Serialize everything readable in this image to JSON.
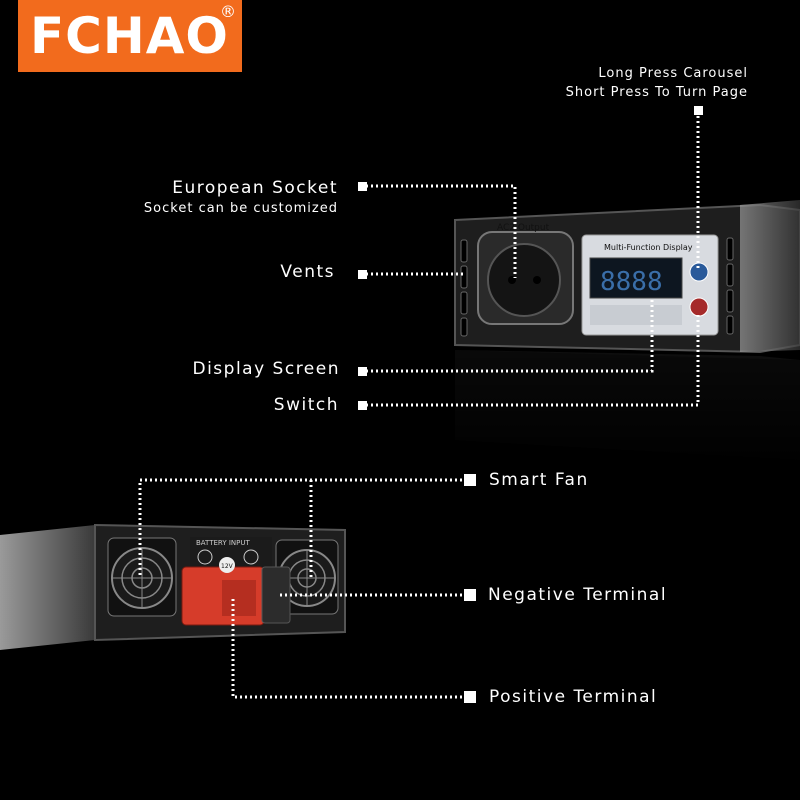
{
  "brand": {
    "name": "FCHAO",
    "registered": "®",
    "color": "#f26b1d"
  },
  "device_text": {
    "ac_output": "AC2 Output",
    "display_title": "Multi-Function Display",
    "segments": "8888",
    "battery_input": "BATTERY INPUT",
    "voltage": "12V"
  },
  "callouts": {
    "carousel_line1": "Long Press Carousel",
    "carousel_line2": "Short Press To Turn Page",
    "european_socket": "European Socket",
    "socket_customized": "Socket can be customized",
    "vents": "Vents",
    "display_screen": "Display Screen",
    "switch": "Switch",
    "smart_fan": "Smart Fan",
    "negative_terminal": "Negative Terminal",
    "positive_terminal": "Positive Terminal"
  }
}
